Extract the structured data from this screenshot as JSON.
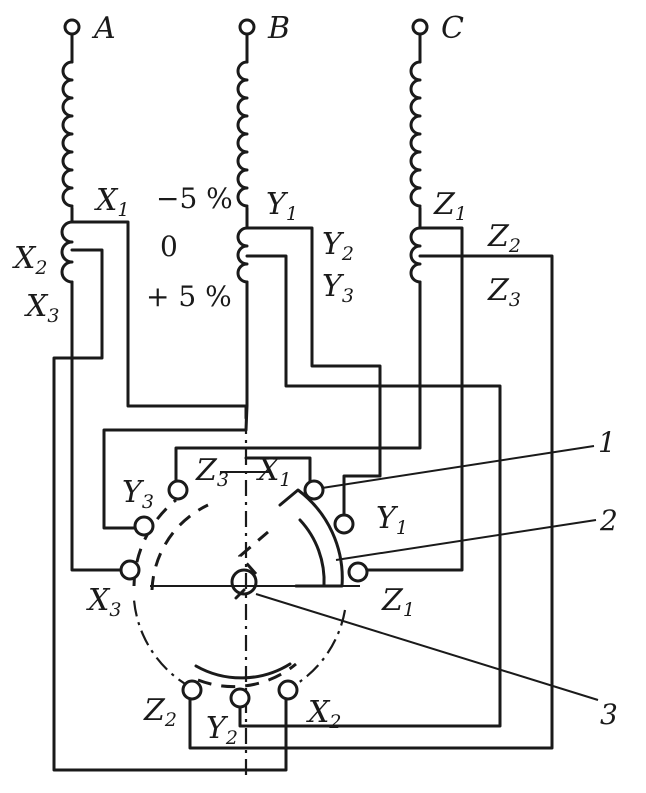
{
  "terminals": {
    "a": "A",
    "b": "B",
    "c": "C"
  },
  "taps": {
    "x1": {
      "base": "X",
      "sub": "1"
    },
    "x2": {
      "base": "X",
      "sub": "2"
    },
    "x3": {
      "base": "X",
      "sub": "3"
    },
    "y1": {
      "base": "Y",
      "sub": "1"
    },
    "y2": {
      "base": "Y",
      "sub": "2"
    },
    "y3": {
      "base": "Y",
      "sub": "3"
    },
    "z1": {
      "base": "Z",
      "sub": "1"
    },
    "z2": {
      "base": "Z",
      "sub": "2"
    },
    "z3": {
      "base": "Z",
      "sub": "3"
    }
  },
  "tap_percent": {
    "minus": "−5 %",
    "zero": "0",
    "plus": "+ 5 %"
  },
  "callouts": {
    "one": "1",
    "two": "2",
    "three": "3"
  }
}
